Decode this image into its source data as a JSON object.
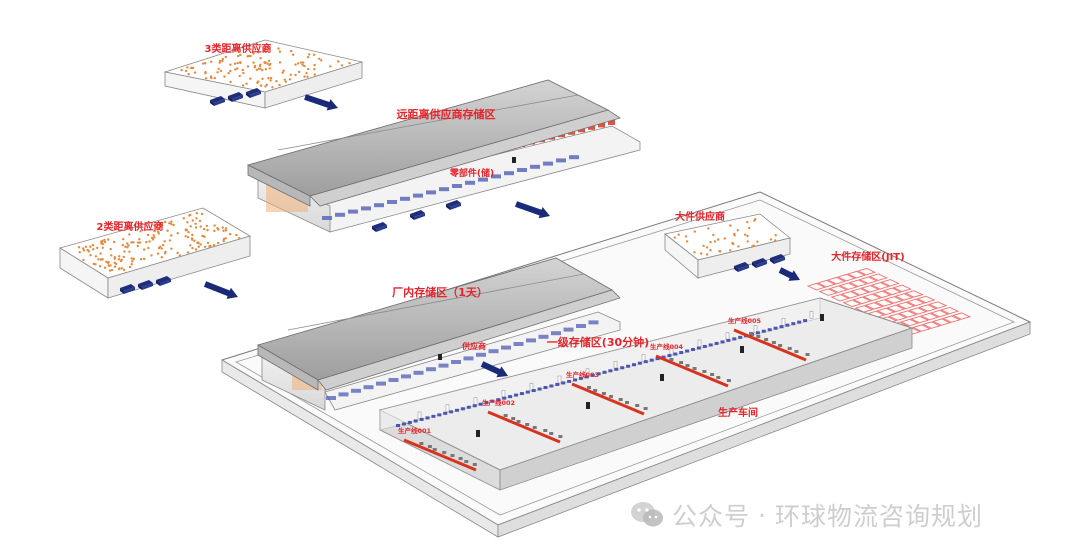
{
  "labels": {
    "supplier_3": "3类距离供应商",
    "remote_storage": "远距离供应商存储区",
    "remote_storage_inner": "零部件(储)",
    "supplier_2": "2类距离供应商",
    "factory_storage": "厂内存储区（1天）",
    "factory_storage_inner": "供应商",
    "primary_storage": "一级存储区(30分钟)",
    "large_supplier": "大件供应商",
    "large_storage": "大件存储区(JIT)",
    "workshop": "生产车间",
    "lines": [
      "生产线001",
      "生产线002",
      "生产线003",
      "生产线004",
      "生产线005"
    ]
  },
  "watermark": {
    "channel": "公众号",
    "separator": "·",
    "name": "环球物流咨询规划",
    "icon": "wechat-icon"
  },
  "colors": {
    "label_red": "#e8232a",
    "truck_blue": "#1f2d7a",
    "arrow_blue": "#1b2a78",
    "parts_orange": "#e8893a",
    "rack_red": "#d9331f",
    "jit_red": "#f07070",
    "watermark_gray": "#bdbdbd"
  }
}
